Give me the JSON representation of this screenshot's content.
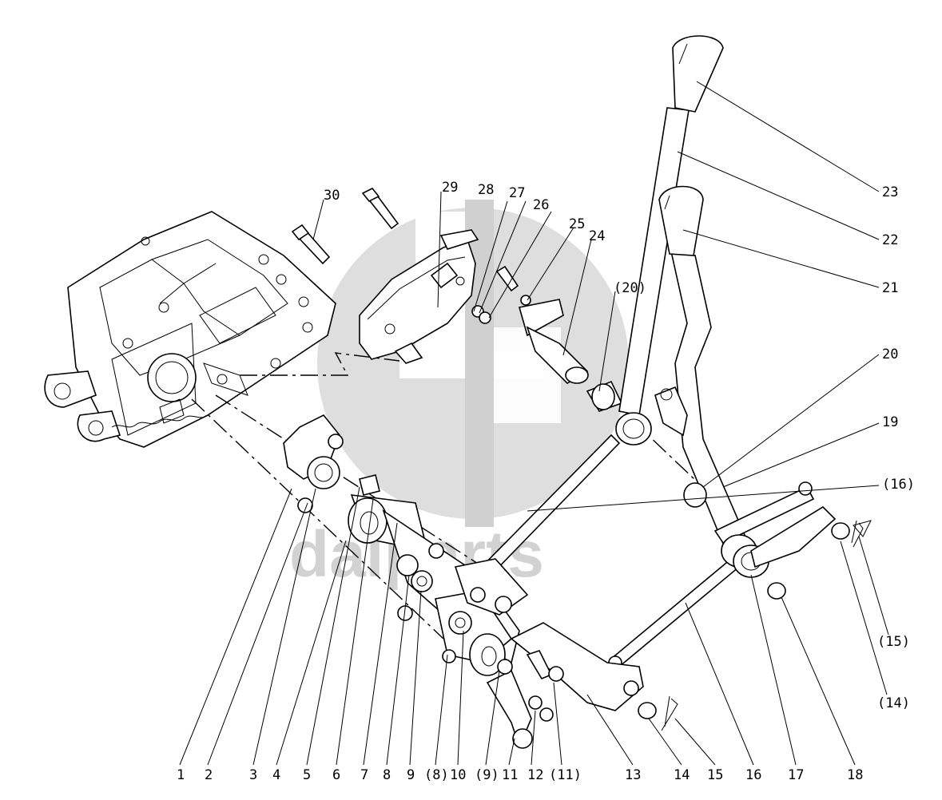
{
  "watermark": {
    "text": "dalparts",
    "color": "#d2d2d2"
  },
  "callouts": [
    {
      "id": "c1",
      "text": "1"
    },
    {
      "id": "c2",
      "text": "2"
    },
    {
      "id": "c3",
      "text": "3"
    },
    {
      "id": "c4",
      "text": "4"
    },
    {
      "id": "c5",
      "text": "5"
    },
    {
      "id": "c6",
      "text": "6"
    },
    {
      "id": "c7",
      "text": "7"
    },
    {
      "id": "c8",
      "text": "8"
    },
    {
      "id": "c9",
      "text": "9"
    },
    {
      "id": "c8b",
      "text": "(8)"
    },
    {
      "id": "c10",
      "text": "10"
    },
    {
      "id": "c9b",
      "text": "(9)"
    },
    {
      "id": "c11",
      "text": "11"
    },
    {
      "id": "c12",
      "text": "12"
    },
    {
      "id": "c11b",
      "text": "(11)"
    },
    {
      "id": "c13",
      "text": "13"
    },
    {
      "id": "c14",
      "text": "14"
    },
    {
      "id": "c15",
      "text": "15"
    },
    {
      "id": "c16",
      "text": "16"
    },
    {
      "id": "c17",
      "text": "17"
    },
    {
      "id": "c18",
      "text": "18"
    },
    {
      "id": "c14b",
      "text": "(14)"
    },
    {
      "id": "c15b",
      "text": "(15)"
    },
    {
      "id": "c16b",
      "text": "(16)"
    },
    {
      "id": "c19",
      "text": "19"
    },
    {
      "id": "c20",
      "text": "20"
    },
    {
      "id": "c21",
      "text": "21"
    },
    {
      "id": "c22",
      "text": "22"
    },
    {
      "id": "c23",
      "text": "23"
    },
    {
      "id": "c20b",
      "text": "(20)"
    },
    {
      "id": "c24",
      "text": "24"
    },
    {
      "id": "c25",
      "text": "25"
    },
    {
      "id": "c26",
      "text": "26"
    },
    {
      "id": "c27",
      "text": "27"
    },
    {
      "id": "c28",
      "text": "28"
    },
    {
      "id": "c29",
      "text": "29"
    },
    {
      "id": "c30",
      "text": "30"
    }
  ]
}
